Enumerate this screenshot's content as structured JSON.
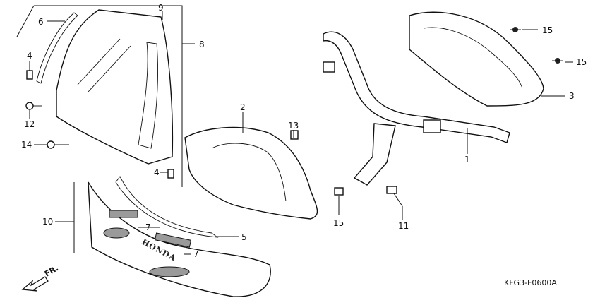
{
  "diagram": {
    "drawing_code": "KFG3-F0600A",
    "direction_mark": "FR.",
    "brand_text": "HONDA",
    "callouts": [
      "1",
      "2",
      "3",
      "4",
      "4",
      "5",
      "6",
      "7",
      "7",
      "8",
      "9",
      "10",
      "11",
      "12",
      "13",
      "14",
      "15",
      "15",
      "15"
    ]
  }
}
